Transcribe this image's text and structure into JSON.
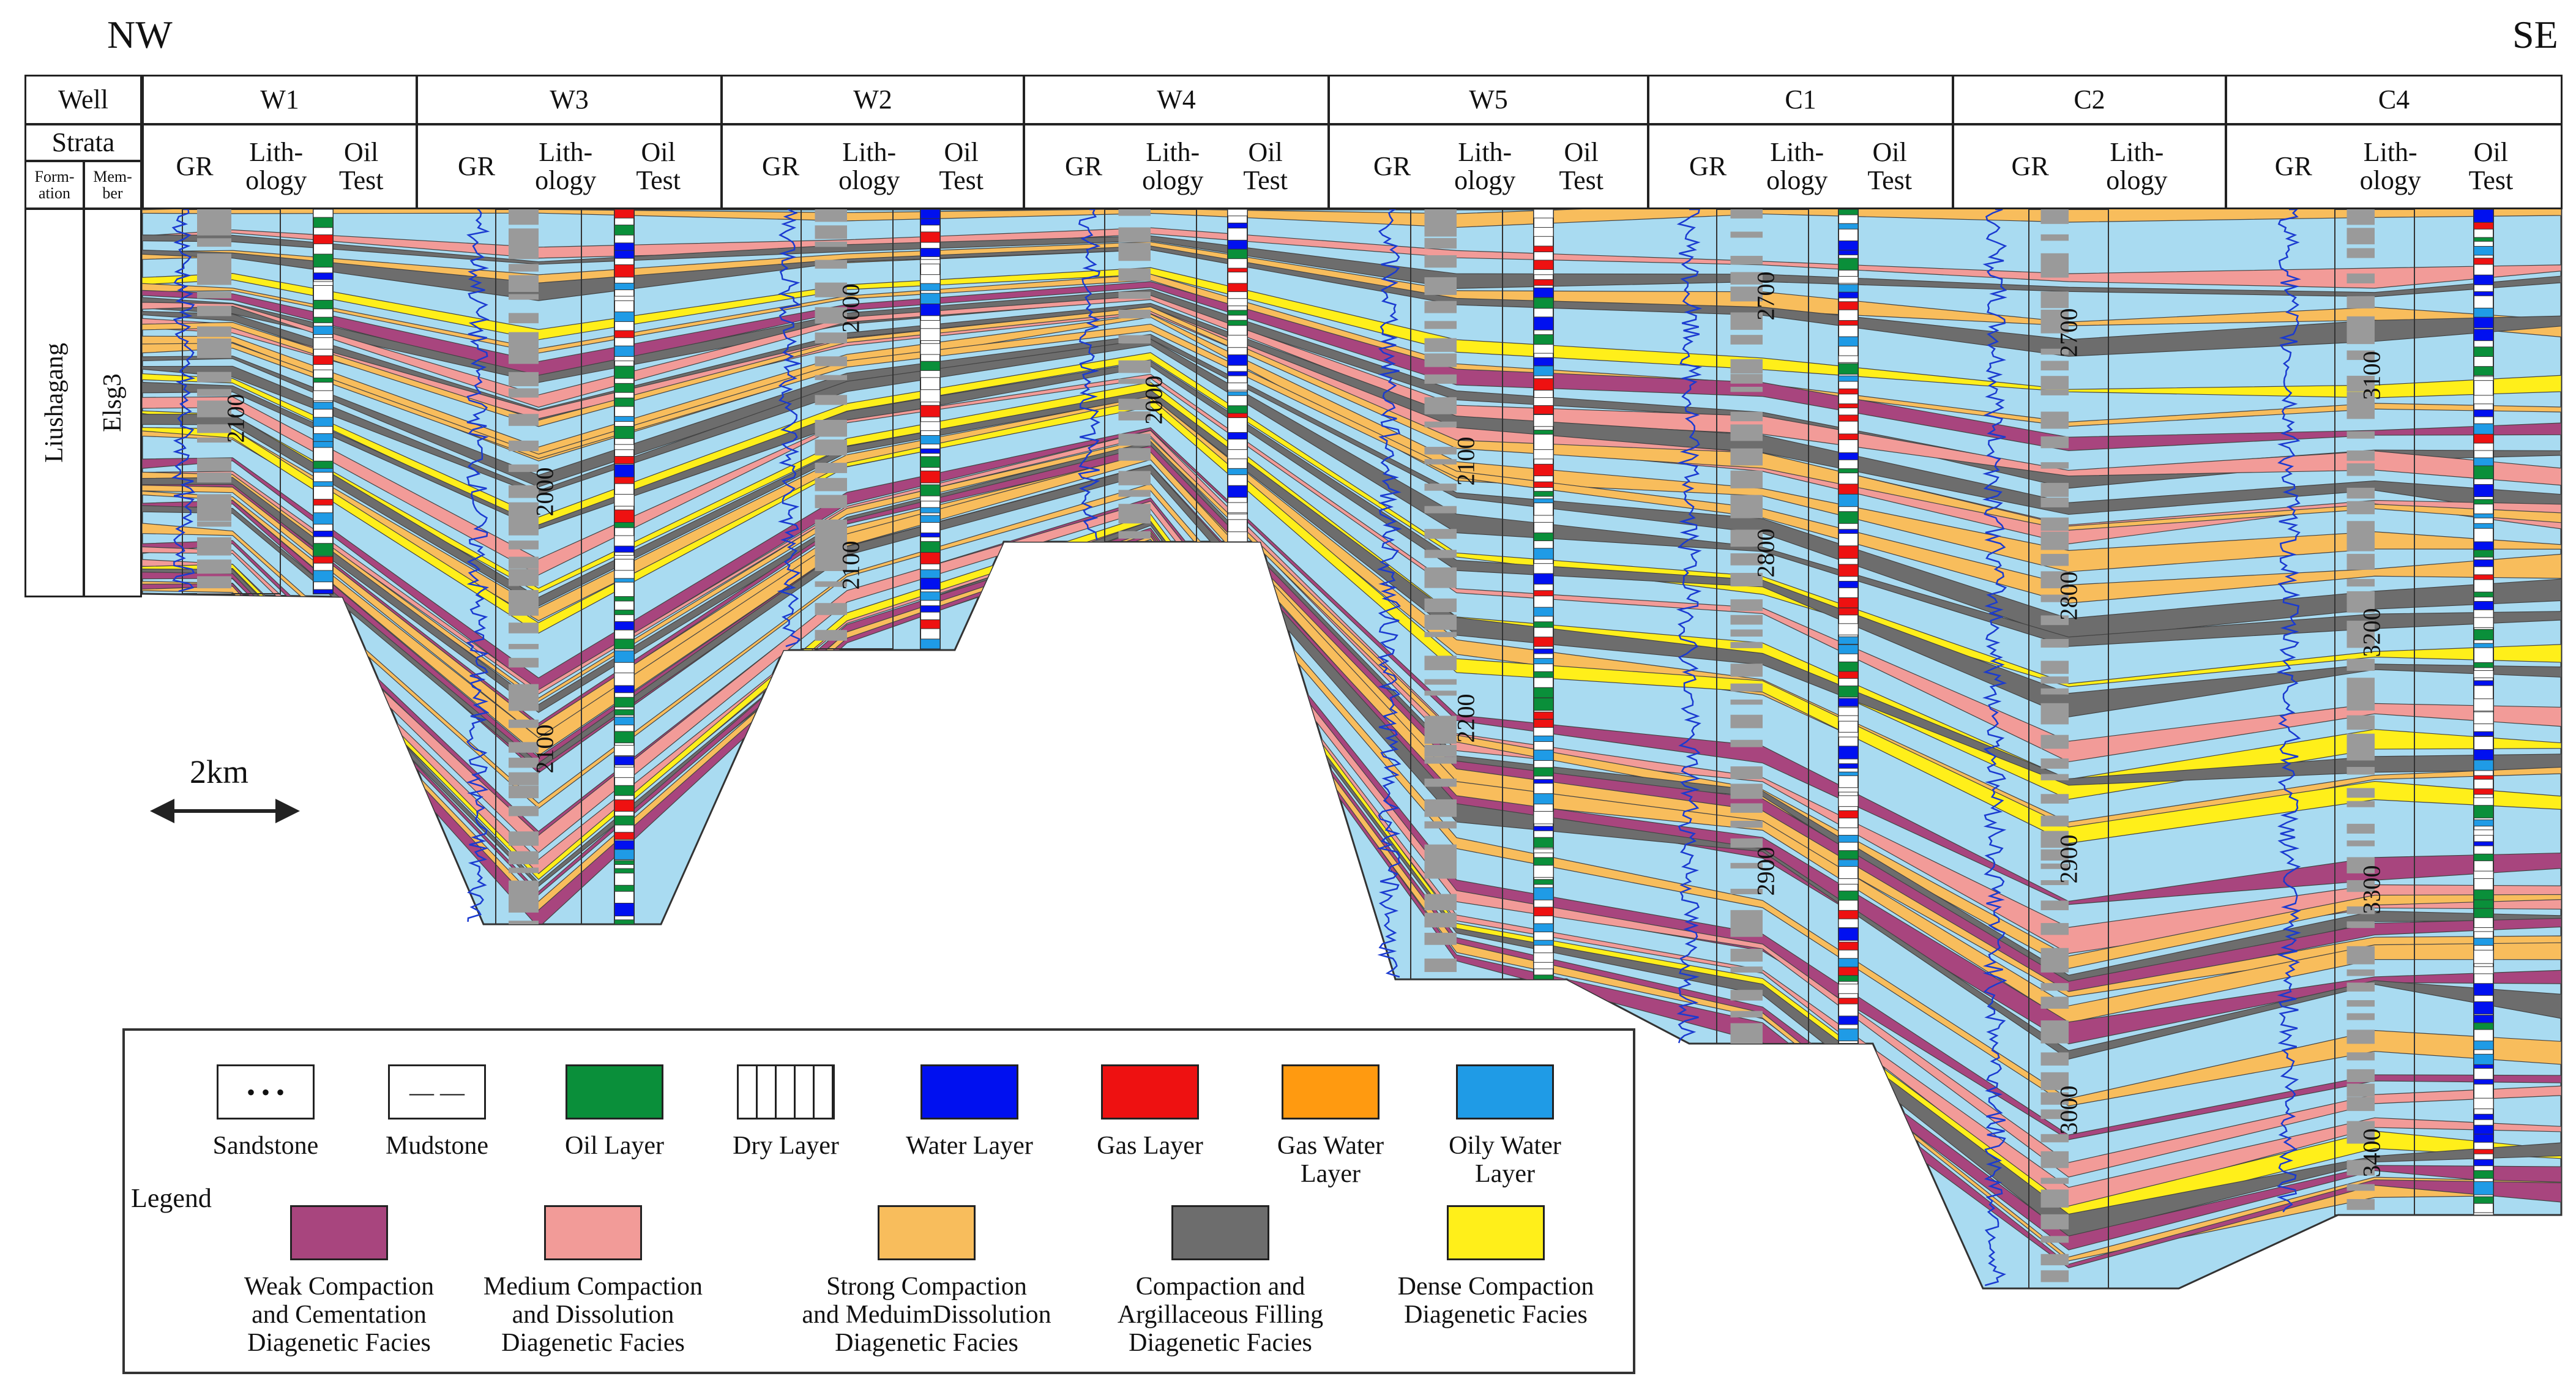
{
  "directions": {
    "left": "NW",
    "right": "SE"
  },
  "header": {
    "well_label": "Well",
    "strata_label": "Strata",
    "formation_label": "Form-\nation",
    "member_label": "Mem-\nber",
    "formation_value": "Liushagang",
    "member_value": "Elsg3"
  },
  "wells": [
    {
      "name": "W1",
      "cols": [
        "GR",
        "Lith-\nology",
        "Oil\nTest"
      ],
      "depth_labels": [
        "2100"
      ]
    },
    {
      "name": "W3",
      "cols": [
        "GR",
        "Lith-\nology",
        "Oil\nTest"
      ],
      "depth_labels": [
        "2000",
        "2100"
      ]
    },
    {
      "name": "W2",
      "cols": [
        "GR",
        "Lith-\nology",
        "Oil\nTest"
      ],
      "depth_labels": [
        "2000",
        "2100"
      ]
    },
    {
      "name": "W4",
      "cols": [
        "GR",
        "Lith-\nology",
        "Oil\nTest"
      ],
      "depth_labels": [
        "2000"
      ]
    },
    {
      "name": "W5",
      "cols": [
        "GR",
        "Lith-\nology",
        "Oil\nTest"
      ],
      "depth_labels": [
        "2100",
        "2200"
      ]
    },
    {
      "name": "C1",
      "cols": [
        "GR",
        "Lith-\nology",
        "Oil\nTest"
      ],
      "depth_labels": [
        "2700",
        "2800",
        "2900"
      ]
    },
    {
      "name": "C2",
      "cols": [
        "GR",
        "Lith-\nology"
      ],
      "depth_labels": [
        "2700",
        "2800",
        "2900",
        "3000"
      ]
    },
    {
      "name": "C4",
      "cols": [
        "GR",
        "Lith-\nology",
        "Oil\nTest"
      ],
      "depth_labels": [
        "3100",
        "3200",
        "3300",
        "3400"
      ]
    }
  ],
  "scale": {
    "label": "2km"
  },
  "legend": {
    "title": "Legend",
    "row1": [
      {
        "label": "Sandstone",
        "pattern": "sandstone"
      },
      {
        "label": "Mudstone",
        "pattern": "mudstone"
      },
      {
        "label": "Oil Layer",
        "color": "#0a8f3a"
      },
      {
        "label": "Dry Layer",
        "pattern": "dry"
      },
      {
        "label": "Water Layer",
        "color": "#0010f0"
      },
      {
        "label": "Gas Layer",
        "color": "#ee1111"
      },
      {
        "label": "Gas Water\nLayer",
        "color": "#ff9a10"
      },
      {
        "label": "Oily Water\nLayer",
        "color": "#1f9be6"
      }
    ],
    "row2": [
      {
        "label": "Weak  Compaction\nand Cementation\nDiagenetic Facies",
        "color": "#a8457e"
      },
      {
        "label": "Medium  Compaction\nand Dissolution\nDiagenetic Facies",
        "color": "#f29b98"
      },
      {
        "label": "Strong  Compaction\nand MeduimDissolution\nDiagenetic Facies",
        "color": "#f8bd5c"
      },
      {
        "label": "Compaction and\nArgillaceous Filling\nDiagenetic Facies",
        "color": "#6d6d6d"
      },
      {
        "label": "Dense Compaction\nDiagenetic Facies",
        "color": "#ffef1a"
      }
    ]
  },
  "colors": {
    "background_fill": "#a9dbf1",
    "weak": "#a8457e",
    "medium": "#f29b98",
    "strong": "#f8bd5c",
    "argillaceous": "#6d6d6d",
    "dense": "#ffef1a",
    "gr_curve": "#1a3ad0",
    "lithology_column": "#9a9a9a"
  }
}
